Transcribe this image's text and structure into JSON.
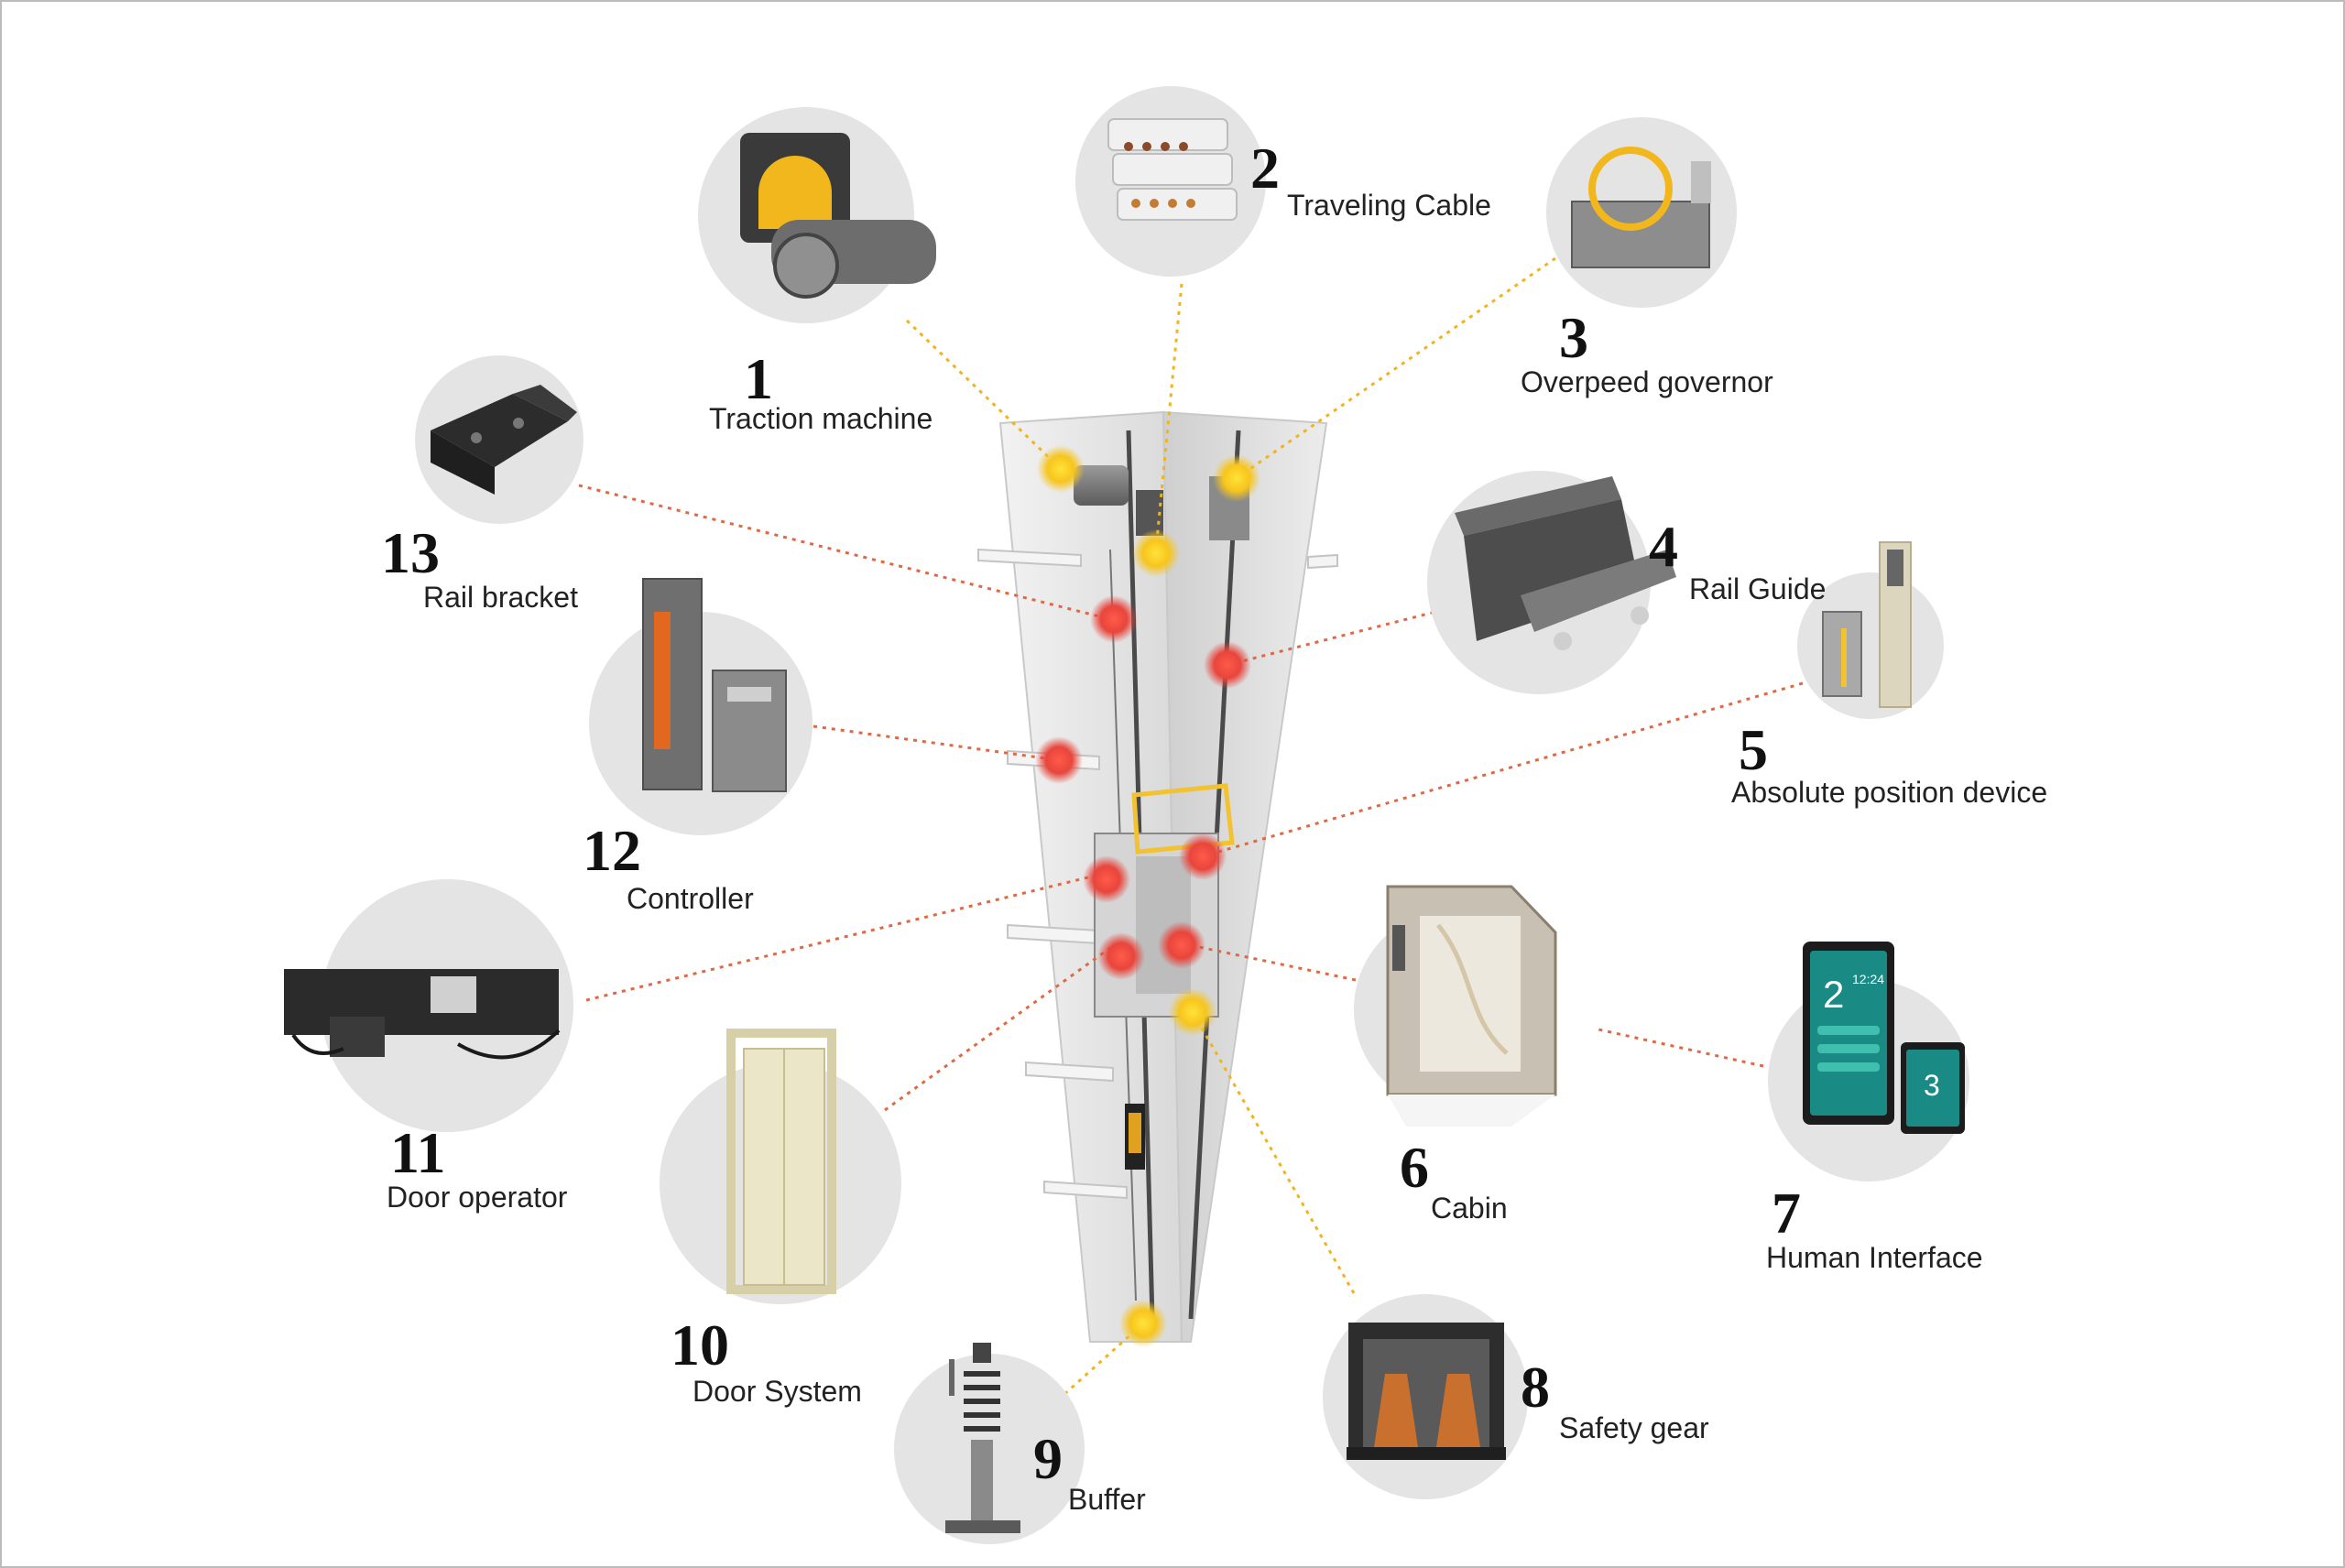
{
  "colors": {
    "yellow_marker": "#f7c51d",
    "red_marker": "#e8453c",
    "yellow_leader": "#f0b41c",
    "red_leader": "#dd6a45",
    "accent_orange": "#e2681f",
    "disc": "#e4e4e4"
  },
  "components": [
    {
      "id": 1,
      "number": "1",
      "label": "Traction machine",
      "icon": "traction-machine-icon"
    },
    {
      "id": 2,
      "number": "2",
      "label": "Traveling Cable",
      "icon": "traveling-cable-icon"
    },
    {
      "id": 3,
      "number": "3",
      "label": "Overpeed governor",
      "icon": "overspeed-governor-icon"
    },
    {
      "id": 4,
      "number": "4",
      "label": "Rail Guide",
      "icon": "rail-guide-icon"
    },
    {
      "id": 5,
      "number": "5",
      "label": "Absolute position device",
      "icon": "absolute-position-device-icon"
    },
    {
      "id": 6,
      "number": "6",
      "label": "Cabin",
      "icon": "cabin-icon"
    },
    {
      "id": 7,
      "number": "7",
      "label": "Human Interface",
      "icon": "human-interface-icon"
    },
    {
      "id": 8,
      "number": "8",
      "label": "Safety gear",
      "icon": "safety-gear-icon"
    },
    {
      "id": 9,
      "number": "9",
      "label": "Buffer",
      "icon": "buffer-icon"
    },
    {
      "id": 10,
      "number": "10",
      "label": "Door System",
      "icon": "door-system-icon"
    },
    {
      "id": 11,
      "number": "11",
      "label": "Door operator",
      "icon": "door-operator-icon"
    },
    {
      "id": 12,
      "number": "12",
      "label": "Controller",
      "icon": "controller-icon"
    },
    {
      "id": 13,
      "number": "13",
      "label": "Rail bracket",
      "icon": "rail-bracket-icon"
    }
  ],
  "screens": {
    "main_floor": "2",
    "main_time": "12:24",
    "small_floor": "3"
  }
}
